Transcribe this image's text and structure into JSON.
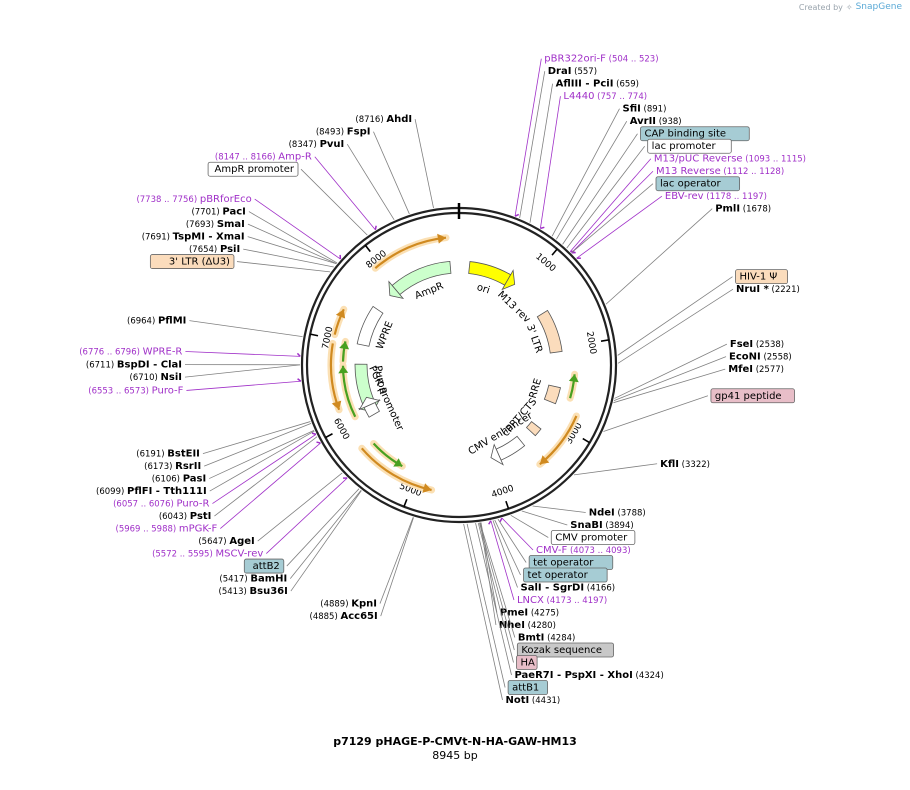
{
  "credit": {
    "prefix": "Created by",
    "brand": "SnapGene",
    "icon": "snapgene-logo-icon"
  },
  "title": "p7129 pHAGE-P-CMVt-N-HA-GAW-HM13",
  "size": "8945 bp",
  "colors": {
    "site": "#000000",
    "primer": "#a030c8",
    "feature_line": "#808080",
    "box_blue": "#a6ccd4",
    "box_orange": "#fbdcbc",
    "box_pink": "#e8bec8",
    "box_white": "#ffffff",
    "ori": "#ffff00",
    "ampr": "#ccffcc",
    "orf_green": "#48a020",
    "orf_orange": "#d08a20",
    "orf_glow": "#fbe0b4"
  },
  "ticks": [
    {
      "label": "1000",
      "bp": 1000
    },
    {
      "label": "2000",
      "bp": 2000
    },
    {
      "label": "3000",
      "bp": 3000
    },
    {
      "label": "4000",
      "bp": 4000
    },
    {
      "label": "5000",
      "bp": 5000
    },
    {
      "label": "6000",
      "bp": 6000
    },
    {
      "label": "7000",
      "bp": 7000
    },
    {
      "label": "8000",
      "bp": 8000
    }
  ],
  "labels": [
    {
      "id": "ahdi",
      "kind": "site",
      "name": "AhdI",
      "pos": "(8716)",
      "bp": 8716
    },
    {
      "id": "fspi",
      "kind": "site",
      "name": "FspI",
      "pos": "(8493)",
      "bp": 8493
    },
    {
      "id": "pvui",
      "kind": "site",
      "name": "PvuI",
      "pos": "(8347)",
      "bp": 8347
    },
    {
      "id": "amp-r",
      "kind": "primer",
      "name": "Amp-R",
      "pos": "(8147 .. 8166)",
      "bp": 8156
    },
    {
      "id": "ampr-promoter",
      "kind": "box-white",
      "name": "AmpR promoter",
      "bp": 8070
    },
    {
      "id": "pbrforeco",
      "kind": "primer",
      "name": "pBRforEco",
      "pos": "(7738 .. 7756)",
      "bp": 7747
    },
    {
      "id": "paci",
      "kind": "site",
      "name": "PacI",
      "pos": "(7701)",
      "bp": 7701
    },
    {
      "id": "smai",
      "kind": "site",
      "name": "SmaI",
      "pos": "(7693)",
      "bp": 7693
    },
    {
      "id": "tspmi",
      "kind": "site",
      "name": "TspMI",
      "suffix": "- XmaI",
      "pos": "(7691)",
      "bp": 7691
    },
    {
      "id": "psii",
      "kind": "site",
      "name": "PsiI",
      "pos": "(7654)",
      "bp": 7654
    },
    {
      "id": "ltr-du3",
      "kind": "box-orange",
      "name": "3' LTR (ΔU3)",
      "bp": 7600
    },
    {
      "id": "pflmi",
      "kind": "site",
      "name": "PflMI",
      "pos": "(6964)",
      "bp": 6964
    },
    {
      "id": "wpre-r",
      "kind": "primer",
      "name": "WPRE-R",
      "pos": "(6776 .. 6796)",
      "bp": 6786
    },
    {
      "id": "bspdi",
      "kind": "site",
      "name": "BspDI",
      "suffix": "- ClaI",
      "pos": "(6711)",
      "bp": 6711
    },
    {
      "id": "nsii",
      "kind": "site",
      "name": "NsiI",
      "pos": "(6710)",
      "bp": 6710
    },
    {
      "id": "puro-f",
      "kind": "primer",
      "name": "Puro-F",
      "pos": "(6553 .. 6573)",
      "bp": 6563
    },
    {
      "id": "bsteii",
      "kind": "site",
      "name": "BstEII",
      "pos": "(6191)",
      "bp": 6191
    },
    {
      "id": "rsrii",
      "kind": "site",
      "name": "RsrII",
      "pos": "(6173)",
      "bp": 6173
    },
    {
      "id": "pasi",
      "kind": "site",
      "name": "PasI",
      "pos": "(6106)",
      "bp": 6106
    },
    {
      "id": "pflfi",
      "kind": "site",
      "name": "PflFI",
      "suffix": "- Tth111I",
      "pos": "(6099)",
      "bp": 6099
    },
    {
      "id": "puro-r",
      "kind": "primer",
      "name": "Puro-R",
      "pos": "(6057 .. 6076)",
      "bp": 6066
    },
    {
      "id": "psti",
      "kind": "site",
      "name": "PstI",
      "pos": "(6043)",
      "bp": 6043
    },
    {
      "id": "mpgk-f",
      "kind": "primer",
      "name": "mPGK-F",
      "pos": "(5969 .. 5988)",
      "bp": 5978
    },
    {
      "id": "agei",
      "kind": "site",
      "name": "AgeI",
      "pos": "(5647)",
      "bp": 5647
    },
    {
      "id": "mscv-rev",
      "kind": "primer",
      "name": "MSCV-rev",
      "pos": "(5572 .. 5595)",
      "bp": 5583
    },
    {
      "id": "attb2",
      "kind": "box-blue",
      "name": "attB2",
      "bp": 5440
    },
    {
      "id": "bamhi",
      "kind": "site",
      "name": "BamHI",
      "pos": "(5417)",
      "bp": 5417
    },
    {
      "id": "bsu36i",
      "kind": "site",
      "name": "Bsu36I",
      "pos": "(5413)",
      "bp": 5413
    },
    {
      "id": "kpni",
      "kind": "site",
      "name": "KpnI",
      "pos": "(4889)",
      "bp": 4889
    },
    {
      "id": "acc65i",
      "kind": "site",
      "name": "Acc65I",
      "pos": "(4885)",
      "bp": 4885
    },
    {
      "id": "noti",
      "kind": "site",
      "name": "NotI",
      "pos": "(4431)",
      "bp": 4431
    },
    {
      "id": "attb1",
      "kind": "box-blue",
      "name": "attB1",
      "bp": 4400
    },
    {
      "id": "paer7i",
      "kind": "site",
      "name": "PaeR7I",
      "suffix": "- PspXI  - XhoI",
      "pos": "(4324)",
      "bp": 4324
    },
    {
      "id": "ha",
      "kind": "box-pink",
      "name": "HA",
      "bp": 4300
    },
    {
      "id": "kozak",
      "kind": "box-gray",
      "name": "Kozak sequence",
      "bp": 4290
    },
    {
      "id": "bmti",
      "kind": "site",
      "name": "BmtI",
      "pos": "(4284)",
      "bp": 4284
    },
    {
      "id": "nhei",
      "kind": "site",
      "name": "NheI",
      "pos": "(4280)",
      "bp": 4280
    },
    {
      "id": "pmei",
      "kind": "site",
      "name": "PmeI",
      "pos": "(4275)",
      "bp": 4275
    },
    {
      "id": "lncx",
      "kind": "primer",
      "name": "LNCX",
      "pos": "(4173 .. 4197)",
      "bp": 4185
    },
    {
      "id": "sali",
      "kind": "site",
      "name": "SalI",
      "suffix": "- SgrDI",
      "pos": "(4166)",
      "bp": 4166
    },
    {
      "id": "tetop2",
      "kind": "box-blue",
      "name": "tet operator",
      "bp": 4150
    },
    {
      "id": "tetop1",
      "kind": "box-blue",
      "name": "tet operator",
      "bp": 4120
    },
    {
      "id": "cmv-f",
      "kind": "primer",
      "name": "CMV-F",
      "pos": "(4073 .. 4093)",
      "bp": 4083
    },
    {
      "id": "cmv-promoter",
      "kind": "box-white",
      "name": "CMV promoter",
      "bp": 4000
    },
    {
      "id": "snabi",
      "kind": "site",
      "name": "SnaBI",
      "pos": "(3894)",
      "bp": 3894
    },
    {
      "id": "ndei",
      "kind": "site",
      "name": "NdeI",
      "pos": "(3788)",
      "bp": 3788
    },
    {
      "id": "kfli",
      "kind": "site",
      "name": "KflI",
      "pos": "(3322)",
      "bp": 3322
    },
    {
      "id": "gp41",
      "kind": "box-pink",
      "name": "gp41 peptide",
      "bp": 2850
    },
    {
      "id": "mfei",
      "kind": "site",
      "name": "MfeI",
      "pos": "(2577)",
      "bp": 2577
    },
    {
      "id": "econi",
      "kind": "site",
      "name": "EcoNI",
      "pos": "(2558)",
      "bp": 2558
    },
    {
      "id": "fsei",
      "kind": "site",
      "name": "FseI",
      "pos": "(2538)",
      "bp": 2538
    },
    {
      "id": "nrui",
      "kind": "site",
      "name": "NruI *",
      "pos": "(2221)",
      "bp": 2221
    },
    {
      "id": "hiv-psi",
      "kind": "box-orange",
      "name": "HIV-1 Ψ",
      "bp": 2150
    },
    {
      "id": "pmli",
      "kind": "site",
      "name": "PmlI",
      "pos": "(1678)",
      "bp": 1678
    },
    {
      "id": "ebv-rev",
      "kind": "primer",
      "name": "EBV-rev",
      "pos": "(1178 .. 1197)",
      "bp": 1187
    },
    {
      "id": "m13-rev",
      "kind": "primer",
      "name": "M13 Reverse",
      "pos": "(1112 .. 1128)",
      "bp": 1120
    },
    {
      "id": "lac-operator",
      "kind": "box-blue",
      "name": "lac operator",
      "bp": 1120
    },
    {
      "id": "m13-puc-rev",
      "kind": "primer",
      "name": "M13/pUC Reverse",
      "pos": "(1093 .. 1115)",
      "bp": 1104
    },
    {
      "id": "lac-promoter",
      "kind": "box-white",
      "name": "lac promoter",
      "bp": 1060
    },
    {
      "id": "cap-site",
      "kind": "box-blue",
      "name": "CAP binding site",
      "bp": 1010
    },
    {
      "id": "avrii",
      "kind": "site",
      "name": "AvrII",
      "pos": "(938)",
      "bp": 938
    },
    {
      "id": "sfii",
      "kind": "site",
      "name": "SfiI",
      "pos": "(891)",
      "bp": 891
    },
    {
      "id": "l4440",
      "kind": "primer",
      "name": "L4440",
      "pos": "(757 .. 774)",
      "bp": 765
    },
    {
      "id": "afliii",
      "kind": "site",
      "name": "AflIII",
      "suffix": "- PciI",
      "pos": "(659)",
      "bp": 659
    },
    {
      "id": "drai",
      "kind": "site",
      "name": "DraI",
      "pos": "(557)",
      "bp": 557
    },
    {
      "id": "pbr322ori-f",
      "kind": "primer",
      "name": "pBR322ori-F",
      "pos": "(504 .. 523)",
      "bp": 513
    }
  ],
  "inner_features": [
    {
      "id": "ori",
      "name": "ori",
      "start": 150,
      "end": 740,
      "color": "#ffff00",
      "dir": 1
    },
    {
      "id": "ampr",
      "name": "AmpR",
      "start": 7950,
      "end": 8820,
      "color": "#ccffcc",
      "dir": -1
    },
    {
      "id": "puror",
      "name": "PuroR",
      "start": 6120,
      "end": 6720,
      "color": "#ccffcc",
      "dir": -1
    },
    {
      "id": "pgk",
      "name": "PGK promoter",
      "start": 5960,
      "end": 6110,
      "color": "#ffffff",
      "dir": 1
    },
    {
      "id": "wpre",
      "name": "WPRE",
      "start": 7000,
      "end": 7560,
      "color": "#ffffff",
      "dir": 0
    },
    {
      "id": "ltr3",
      "name": "3' LTR",
      "start": 1450,
      "end": 2050,
      "color": "#fbdcbc",
      "dir": 0
    },
    {
      "id": "rre",
      "name": "RRE",
      "start": 2550,
      "end": 2780,
      "color": "#fbdcbc",
      "dir": 0
    },
    {
      "id": "cppt",
      "name": "cPPT/CTS",
      "start": 3180,
      "end": 3300,
      "color": "#fbdcbc",
      "dir": 0
    },
    {
      "id": "cmvenh",
      "name": "CMV enhancer",
      "start": 3500,
      "end": 3880,
      "color": "#ffffff",
      "dir": 1
    }
  ],
  "inner_labels": [
    {
      "text": "M13 rev",
      "bp": 1080
    },
    {
      "text": "3' LTR",
      "bp": 1760
    },
    {
      "text": "RRE",
      "bp": 2660
    },
    {
      "text": "cPPT/CTS",
      "bp": 3250
    },
    {
      "text": "CMV enhancer",
      "bp": 3700
    },
    {
      "text": "PGK promoter",
      "bp": 6100
    },
    {
      "text": "PuroR",
      "bp": 6440
    },
    {
      "text": "WPRE",
      "bp": 7250
    },
    {
      "text": "AmpR",
      "bp": 8400
    },
    {
      "text": "ori",
      "bp": 440
    }
  ],
  "orf_arcs": [
    {
      "start": 7930,
      "end": 8800,
      "color": "#d08a20",
      "dir": 1
    },
    {
      "start": 7050,
      "end": 7350,
      "color": "#d08a20",
      "dir": 1
    },
    {
      "start": 6200,
      "end": 6950,
      "color": "#d08a20",
      "dir": -1
    },
    {
      "start": 6750,
      "end": 7000,
      "color": "#48a020",
      "dir": 1
    },
    {
      "start": 6050,
      "end": 6700,
      "color": "#48a020",
      "dir": 1
    },
    {
      "start": 4780,
      "end": 5700,
      "color": "#d08a20",
      "dir": -1
    },
    {
      "start": 5200,
      "end": 5650,
      "color": "#48a020",
      "dir": -1
    },
    {
      "start": 2820,
      "end": 3500,
      "color": "#d08a20",
      "dir": 1
    },
    {
      "start": 2350,
      "end": 2650,
      "color": "#48a020",
      "dir": -1
    }
  ]
}
